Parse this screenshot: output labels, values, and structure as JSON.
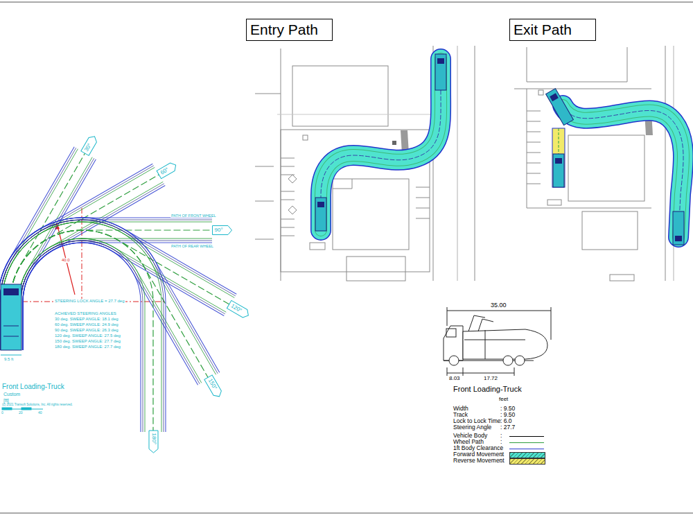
{
  "diagram": {
    "nodes": [
      {
        "text": [
          "Entry Path"
        ]
      },
      {
        "text": [
          "Exit Path"
        ]
      },
      {
        "text": [
          "30°"
        ]
      },
      {
        "text": [
          "60°"
        ]
      },
      {
        "text": [
          "90°"
        ]
      },
      {
        "text": [
          "120°"
        ]
      },
      {
        "text": [
          "150°"
        ]
      },
      {
        "text": [
          "180°"
        ]
      }
    ],
    "labels": [
      "STEERING LOCK ANGLE = 27.7 deg",
      "ACHIEVED STEERING ANGLES",
      "30 deg. SWEEP ANGLE: 18.1 deg",
      "60 deg. SWEEP ANGLE: 24.9 deg",
      "90 deg. SWEEP ANGLE: 26.3 deg",
      "120 deg. SWEEP ANGLE: 27.5 deg",
      "150 deg. SWEEP ANGLE: 27.7 deg",
      "180 deg. SWEEP ANGLE: 27.7 deg",
      "PATH OF FRONT WHEEL",
      "PATH OF REAR WHEEL",
      "40.0",
      "9.5 ft",
      "Front Loading-Truck",
      "Custom",
      "[ft]",
      "(c) 2021 Transoft Solutions, Inc. All rights reserved.",
      "0",
      "20",
      "40",
      "35.00",
      "8.03",
      "17.72",
      "Front Loading-Truck",
      "feet",
      "Width",
      ": 9.50",
      "Track",
      ": 9.50",
      "Lock to Lock Time",
      ": 6.0",
      "Steering Angle",
      ": 27.7",
      ":",
      ":",
      ":",
      ":",
      ":"
    ],
    "legend": [
      {
        "text": "Vehicle Body"
      },
      {
        "text": "Wheel Path"
      },
      {
        "text": "1ft Body Clearance"
      },
      {
        "text": "Forward Movement",
        "color": "#4fe3cf"
      },
      {
        "text": "Reverse Movement",
        "color": "#f2ea6a"
      }
    ]
  }
}
